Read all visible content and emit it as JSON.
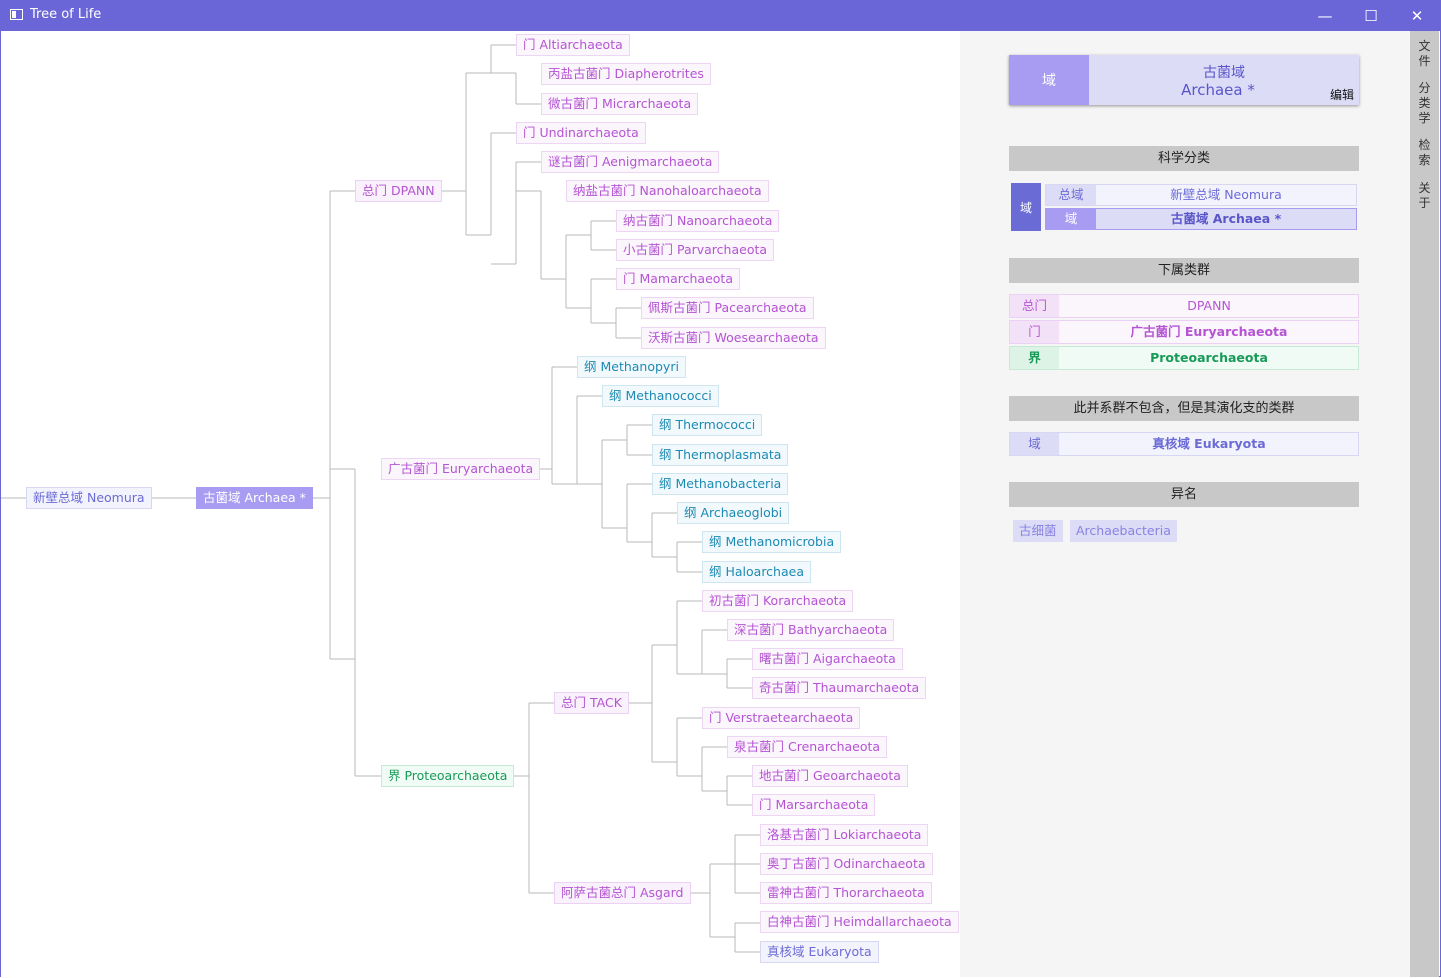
{
  "window": {
    "title": "Tree of Life",
    "minimize_icon": "—",
    "maximize_icon": "☐",
    "close_icon": "✕"
  },
  "tree": {
    "parent": "新壁总域 Neomura",
    "root": "古菌域 Archaea *",
    "nodes": {
      "dpann": "总门 DPANN",
      "altiarchaeota": "门 Altiarchaeota",
      "diapherotrites": "丙盐古菌门 Diapherotrites",
      "micrarchaeota": "微古菌门 Micrarchaeota",
      "undinarchaeota": "门 Undinarchaeota",
      "aenigmarchaeota": "谜古菌门 Aenigmarchaeota",
      "nanohaloarchaeota": "纳盐古菌门 Nanohaloarchaeota",
      "nanoarchaeota": "纳古菌门 Nanoarchaeota",
      "parvarchaeota": "小古菌门 Parvarchaeota",
      "mamarchaeota": "门 Mamarchaeota",
      "pacearchaeota": "佩斯古菌门 Pacearchaeota",
      "woesearchaeota": "沃斯古菌门 Woesearchaeota",
      "euryarchaeota": "广古菌门 Euryarchaeota",
      "methanopyri": "纲 Methanopyri",
      "methanococci": "纲 Methanococci",
      "thermococci": "纲 Thermococci",
      "thermoplasmata": "纲 Thermoplasmata",
      "methanobacteria": "纲 Methanobacteria",
      "archaeoglobi": "纲 Archaeoglobi",
      "methanomicrobia": "纲 Methanomicrobia",
      "haloarchaea": "纲 Haloarchaea",
      "proteoarchaeota": "界 Proteoarchaeota",
      "tack": "总门 TACK",
      "korarchaeota": "初古菌门 Korarchaeota",
      "bathyarchaeota": "深古菌门 Bathyarchaeota",
      "aigarchaeota": "曙古菌门 Aigarchaeota",
      "thaumarchaeota": "奇古菌门 Thaumarchaeota",
      "verstraetearchaeota": "门 Verstraetearchaeota",
      "crenarchaeota": "泉古菌门 Crenarchaeota",
      "geoarchaeota": "地古菌门 Geoarchaeota",
      "marsarchaeota": "门 Marsarchaeota",
      "asgard": "阿萨古菌总门 Asgard",
      "lokiarchaeota": "洛基古菌门 Lokiarchaeota",
      "odinarchaeota": "奥丁古菌门 Odinarchaeota",
      "thorarchaeota": "雷神古菌门 Thorarchaeota",
      "heimdallarchaeota": "白神古菌门 Heimdallarchaeota",
      "eukaryota": "真核域 Eukaryota"
    }
  },
  "info": {
    "card": {
      "rank": "域",
      "name_cn": "古菌域",
      "name_en": "Archaea *",
      "edit_label": "编辑"
    },
    "classification": {
      "header": "科学分类",
      "group_tag": "域",
      "rows": [
        {
          "rank": "总域",
          "name": "新壁总域 Neomura"
        },
        {
          "rank": "域",
          "name": "古菌域 Archaea *"
        }
      ]
    },
    "children": {
      "header": "下属类群",
      "rows": [
        {
          "rank": "总门",
          "name": "DPANN"
        },
        {
          "rank": "门",
          "name": "广古菌门 Euryarchaeota"
        },
        {
          "rank": "界",
          "name": "Proteoarchaeota"
        }
      ]
    },
    "excluded": {
      "header": "此并系群不包含，但是其演化支的类群",
      "rows": [
        {
          "rank": "域",
          "name": "真核域 Eukaryota"
        }
      ]
    },
    "synonyms": {
      "header": "异名",
      "items": [
        "古细菌",
        "Archaebacteria"
      ]
    }
  },
  "nav": {
    "items": [
      "文件",
      "分类学",
      "检索",
      "关于"
    ]
  },
  "colors": {
    "titlebar": "#6a66d8",
    "superphylum": "#b554d3",
    "class": "#1d8ab3",
    "kingdom": "#189a58",
    "domain": "#6b6bd6",
    "selected": "#a79cf2"
  }
}
